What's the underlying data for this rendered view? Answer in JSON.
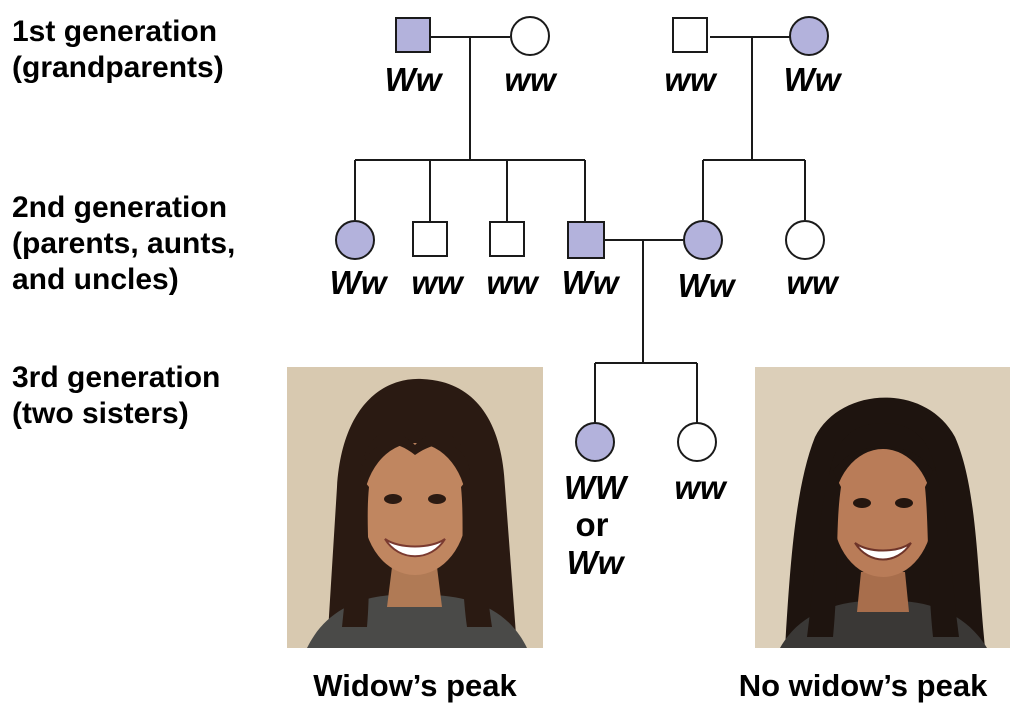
{
  "colors": {
    "affected": "#b3b2dc",
    "unaffected": "#ffffff",
    "line": "#1a1a1a"
  },
  "generations": [
    {
      "line1": "1st generation",
      "line2": "(grandparents)"
    },
    {
      "line1": "2nd generation",
      "line2": "(parents, aunts,",
      "line3": "and uncles)"
    },
    {
      "line1": "3rd generation",
      "line2": "(two sisters)"
    }
  ],
  "genotypes": {
    "gen1": [
      "Ww",
      "ww",
      "ww",
      "Ww"
    ],
    "gen2": [
      "Ww",
      "ww",
      "ww",
      "Ww",
      "Ww",
      "ww"
    ],
    "gen3_left_top": "WW",
    "gen3_left_or": "or",
    "gen3_left_bottom": "Ww",
    "gen3_right": "ww"
  },
  "captions": {
    "left": "Widow’s peak",
    "right": "No widow’s peak"
  },
  "photos": {
    "left": {
      "subject": "smiling woman with long dark hair and widow's peak",
      "background": "#d6c7ae"
    },
    "right": {
      "subject": "smiling woman with long dark hair without widow's peak",
      "background": "#d9ccb6"
    }
  }
}
